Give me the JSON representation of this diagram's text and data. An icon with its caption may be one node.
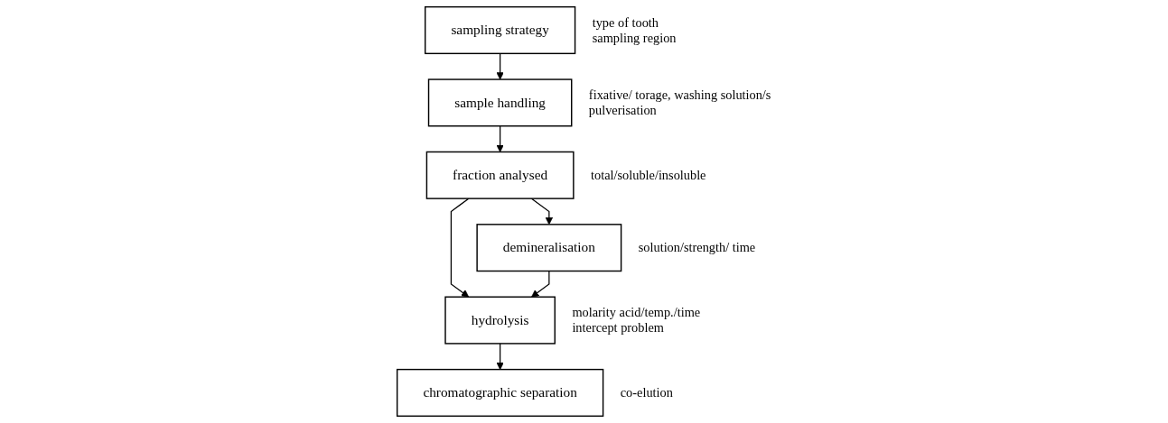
{
  "diagram": {
    "nodes": [
      {
        "text": [
          "sampling strategy"
        ],
        "beside": [
          "type of tooth",
          "sampling region"
        ]
      },
      {
        "text": [
          "sample handling"
        ],
        "beside": [
          "fixative/ torage, washing solution/s",
          "pulverisation"
        ]
      },
      {
        "text": [
          "fraction analysed"
        ],
        "beside": [
          "total/soluble/insoluble"
        ]
      },
      {
        "text": [
          "demineralisation"
        ],
        "beside": [
          "solution/strength/ time"
        ]
      },
      {
        "text": [
          "hydrolysis"
        ],
        "beside": [
          "molarity acid/temp./time",
          "intercept problem"
        ]
      },
      {
        "text": [
          "chromatographic separation"
        ],
        "beside": [
          "co-elution"
        ]
      }
    ],
    "edges": [
      {
        "from": 0,
        "to": 1,
        "arrow": "to"
      },
      {
        "from": 1,
        "to": 2,
        "arrow": "to"
      },
      {
        "from": 2,
        "to": 3,
        "arrow": "to"
      },
      {
        "from": 2,
        "to": 4,
        "arrow": "to"
      },
      {
        "from": 3,
        "to": 4,
        "arrow": "to"
      },
      {
        "from": 4,
        "to": 5,
        "arrow": "to"
      }
    ]
  }
}
